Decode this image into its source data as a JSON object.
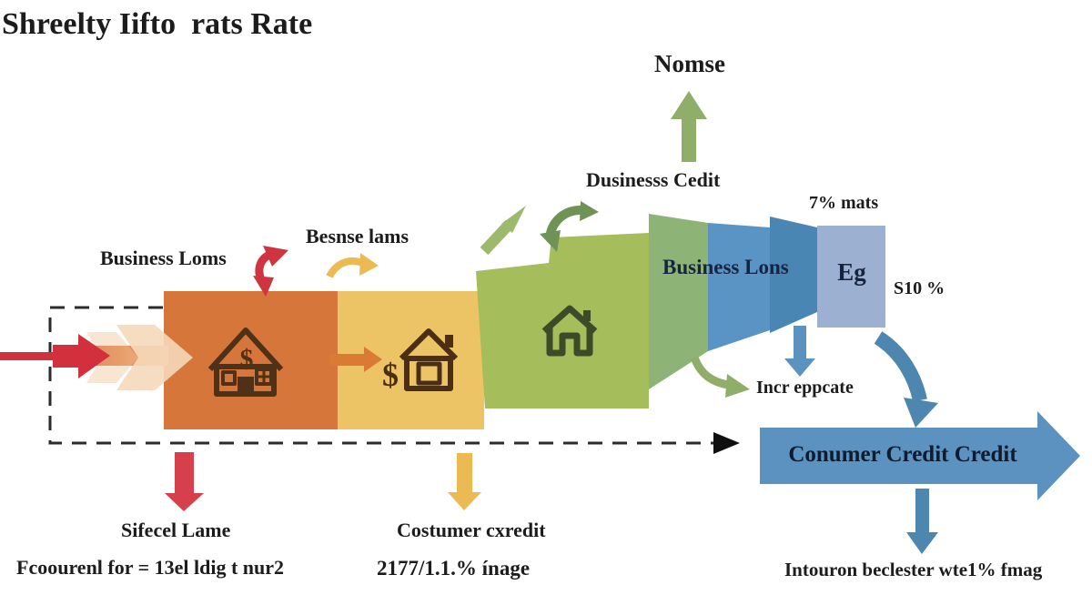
{
  "title": "Shreelty Iifto  rats Rate",
  "top": {
    "house_label": "Nomse",
    "business_credit_label": "Dusinesss Cedit",
    "seven_mats_label": "7% mats"
  },
  "flow": {
    "business_loans_label": "Business Loms",
    "besnse_lams_label": "Besnse lams",
    "business_lons_label": "Business Lons",
    "eg_label": "Eg",
    "s10_label": "S10 %",
    "incr_label": "Incr eppcate",
    "consumer_arrow_label": "Conumer Credit Credit"
  },
  "bottom": {
    "sifecel_label": "Sifecel Lame",
    "fcoourenl_label": "Fcoourenl for = 13el ldig t nur2",
    "costumer_label": "Costumer cxredit",
    "rate_label": "2177/1.1.% ínage",
    "intouron_label": "Intouron beclester wte1% fmag"
  },
  "icons": {
    "dollar": "$"
  },
  "colors": {
    "orange": "#d6763a",
    "yellow": "#ecc466",
    "green": "#a6bd5c",
    "panelGreen": "#8eb377",
    "panelBlue": "#5a94c5",
    "panelBlueDark": "#4a86b4",
    "egBlue": "#9cb0d2",
    "arrowBlue": "#5b92c0",
    "arrowBlueDeep": "#4d87b0",
    "red": "#d2303c",
    "redBright": "#d6404b",
    "curveRed": "#cf3540",
    "arrowYellow": "#ecba52",
    "orangeArrow": "#d97b35",
    "paleArrow": "#f5d8ba",
    "greenLight": "#9cba6b",
    "greenMid": "#8fae69",
    "greenDark": "#6f9355",
    "houseBrown": "#4f3118",
    "houseGreen": "#3c4c28",
    "ink": "#1c1c1c",
    "navy": "#16253f",
    "dash": "#2b2b2b"
  }
}
